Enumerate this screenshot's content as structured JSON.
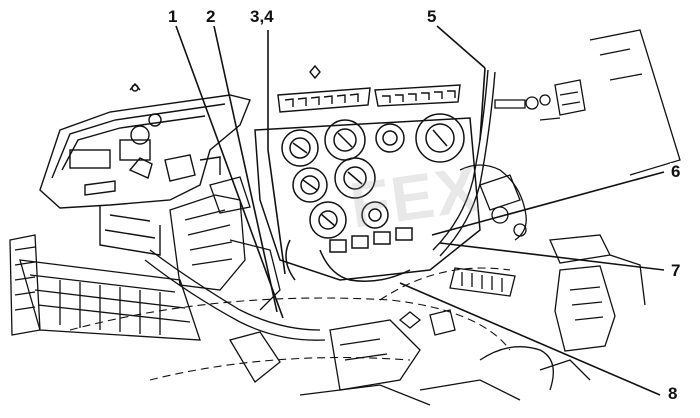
{
  "diagram": {
    "callouts": [
      {
        "id": "c1",
        "label": "1"
      },
      {
        "id": "c2",
        "label": "2"
      },
      {
        "id": "c34",
        "label": "3,4"
      },
      {
        "id": "c5",
        "label": "5"
      },
      {
        "id": "c6",
        "label": "6"
      },
      {
        "id": "c7",
        "label": "7"
      },
      {
        "id": "c8",
        "label": "8"
      }
    ],
    "watermark": "FEX",
    "line_color": "#111111",
    "background": "#ffffff"
  }
}
